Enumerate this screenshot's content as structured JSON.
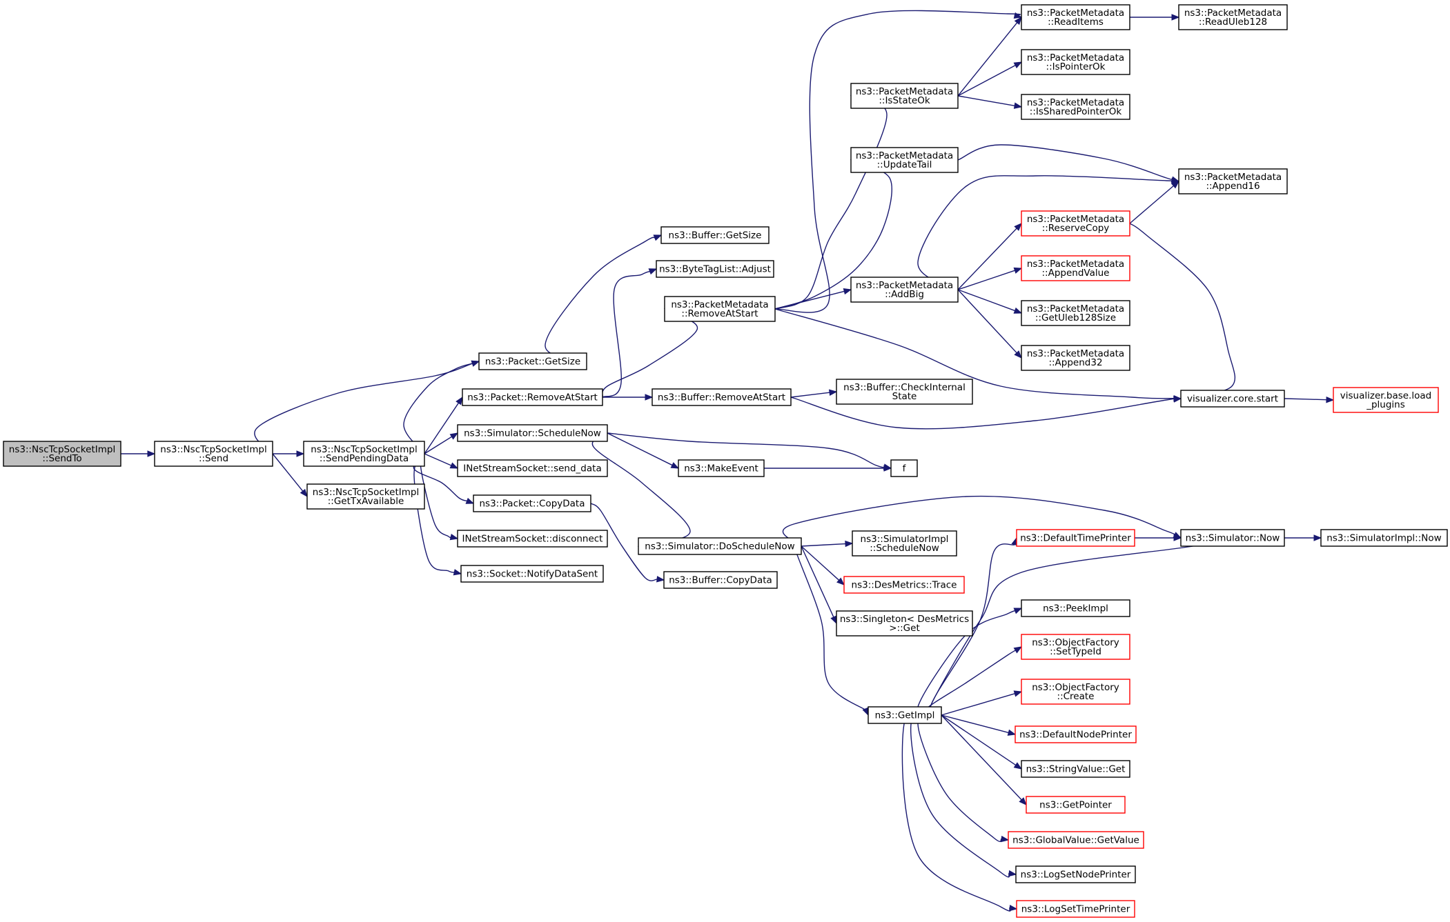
{
  "nodes": [
    {
      "id": "sendto",
      "lines": [
        "ns3::NscTcpSocketImpl",
        "::SendTo"
      ],
      "root": true
    },
    {
      "id": "send",
      "lines": [
        "ns3::NscTcpSocketImpl",
        "::Send"
      ]
    },
    {
      "id": "sendpending",
      "lines": [
        "ns3::NscTcpSocketImpl",
        "::SendPendingData"
      ]
    },
    {
      "id": "gettxavail",
      "lines": [
        "ns3::NscTcpSocketImpl",
        "::GetTxAvailable"
      ]
    },
    {
      "id": "pkt_getsize",
      "lines": [
        "ns3::Packet::GetSize"
      ]
    },
    {
      "id": "pkt_removeatstart",
      "lines": [
        "ns3::Packet::RemoveAtStart"
      ]
    },
    {
      "id": "sim_schedulenow",
      "lines": [
        "ns3::Simulator::ScheduleNow"
      ]
    },
    {
      "id": "inet_senddata",
      "lines": [
        "INetStreamSocket::send_data"
      ]
    },
    {
      "id": "pkt_copydata",
      "lines": [
        "ns3::Packet::CopyData"
      ]
    },
    {
      "id": "inet_disconnect",
      "lines": [
        "INetStreamSocket::disconnect"
      ]
    },
    {
      "id": "sock_notify",
      "lines": [
        "ns3::Socket::NotifyDataSent"
      ]
    },
    {
      "id": "buf_getsize",
      "lines": [
        "ns3::Buffer::GetSize"
      ]
    },
    {
      "id": "btl_adjust",
      "lines": [
        "ns3::ByteTagList::Adjust"
      ]
    },
    {
      "id": "pm_removeatstart",
      "lines": [
        "ns3::PacketMetadata",
        "::RemoveAtStart"
      ]
    },
    {
      "id": "buf_removeatstart",
      "lines": [
        "ns3::Buffer::RemoveAtStart"
      ]
    },
    {
      "id": "makeevent",
      "lines": [
        "ns3::MakeEvent"
      ]
    },
    {
      "id": "sim_doschedulenow",
      "lines": [
        "ns3::Simulator::DoScheduleNow"
      ]
    },
    {
      "id": "buf_copydata",
      "lines": [
        "ns3::Buffer::CopyData"
      ]
    },
    {
      "id": "pm_isstateok",
      "lines": [
        "ns3::PacketMetadata",
        "::IsStateOk"
      ]
    },
    {
      "id": "pm_updatetail",
      "lines": [
        "ns3::PacketMetadata",
        "::UpdateTail"
      ]
    },
    {
      "id": "pm_addbig",
      "lines": [
        "ns3::PacketMetadata",
        "::AddBig"
      ]
    },
    {
      "id": "buf_checkinternal",
      "lines": [
        "ns3::Buffer::CheckInternal",
        "State"
      ]
    },
    {
      "id": "f",
      "lines": [
        "f"
      ]
    },
    {
      "id": "simimpl_schedulenow",
      "lines": [
        "ns3::SimulatorImpl",
        "::ScheduleNow"
      ]
    },
    {
      "id": "desmetrics_trace",
      "lines": [
        "ns3::DesMetrics::Trace"
      ],
      "red": true
    },
    {
      "id": "singleton_get",
      "lines": [
        "ns3::Singleton< DesMetrics",
        ">::Get"
      ]
    },
    {
      "id": "getimpl",
      "lines": [
        "ns3::GetImpl"
      ]
    },
    {
      "id": "pm_readitems",
      "lines": [
        "ns3::PacketMetadata",
        "::ReadItems"
      ]
    },
    {
      "id": "pm_ispointerok",
      "lines": [
        "ns3::PacketMetadata",
        "::IsPointerOk"
      ]
    },
    {
      "id": "pm_issharedpointerok",
      "lines": [
        "ns3::PacketMetadata",
        "::IsSharedPointerOk"
      ]
    },
    {
      "id": "pm_reservecopy",
      "lines": [
        "ns3::PacketMetadata",
        "::ReserveCopy"
      ],
      "red": true
    },
    {
      "id": "pm_appendvalue",
      "lines": [
        "ns3::PacketMetadata",
        "::AppendValue"
      ],
      "red": true
    },
    {
      "id": "pm_getuleb128size",
      "lines": [
        "ns3::PacketMetadata",
        "::GetUleb128Size"
      ]
    },
    {
      "id": "pm_append32",
      "lines": [
        "ns3::PacketMetadata",
        "::Append32"
      ]
    },
    {
      "id": "defaulttimeprinter",
      "lines": [
        "ns3::DefaultTimePrinter"
      ],
      "red": true
    },
    {
      "id": "peekimpl",
      "lines": [
        "ns3::PeekImpl"
      ]
    },
    {
      "id": "of_settypeid",
      "lines": [
        "ns3::ObjectFactory",
        "::SetTypeId"
      ],
      "red": true
    },
    {
      "id": "of_create",
      "lines": [
        "ns3::ObjectFactory",
        "::Create"
      ],
      "red": true
    },
    {
      "id": "defaultnodeprinter",
      "lines": [
        "ns3::DefaultNodePrinter"
      ],
      "red": true
    },
    {
      "id": "stringvalue_get",
      "lines": [
        "ns3::StringValue::Get"
      ]
    },
    {
      "id": "getpointer",
      "lines": [
        "ns3::GetPointer"
      ],
      "red": true
    },
    {
      "id": "globalvalue_getvalue",
      "lines": [
        "ns3::GlobalValue::GetValue"
      ],
      "red": true
    },
    {
      "id": "logsetnodeprinter",
      "lines": [
        "ns3::LogSetNodePrinter"
      ]
    },
    {
      "id": "logsettimeprinter",
      "lines": [
        "ns3::LogSetTimePrinter"
      ],
      "red": true
    },
    {
      "id": "pm_readuleb128",
      "lines": [
        "ns3::PacketMetadata",
        "::ReadUleb128"
      ]
    },
    {
      "id": "pm_append16",
      "lines": [
        "ns3::PacketMetadata",
        "::Append16"
      ]
    },
    {
      "id": "viz_core_start",
      "lines": [
        "visualizer.core.start"
      ]
    },
    {
      "id": "sim_now",
      "lines": [
        "ns3::Simulator::Now"
      ]
    },
    {
      "id": "viz_base_load",
      "lines": [
        "visualizer.base.load",
        "_plugins"
      ],
      "red": true
    },
    {
      "id": "simimpl_now",
      "lines": [
        "ns3::SimulatorImpl::Now"
      ]
    }
  ],
  "edges": [
    [
      "sendto",
      "send"
    ],
    [
      "send",
      "sendpending"
    ],
    [
      "send",
      "gettxavail"
    ],
    [
      "send",
      "pkt_getsize"
    ],
    [
      "sendpending",
      "pkt_getsize"
    ],
    [
      "sendpending",
      "pkt_removeatstart"
    ],
    [
      "sendpending",
      "sim_schedulenow"
    ],
    [
      "sendpending",
      "inet_senddata"
    ],
    [
      "sendpending",
      "pkt_copydata"
    ],
    [
      "sendpending",
      "inet_disconnect"
    ],
    [
      "sendpending",
      "sock_notify"
    ],
    [
      "pkt_getsize",
      "buf_getsize"
    ],
    [
      "pkt_removeatstart",
      "btl_adjust"
    ],
    [
      "pkt_removeatstart",
      "pm_removeatstart"
    ],
    [
      "pkt_removeatstart",
      "buf_removeatstart"
    ],
    [
      "sim_schedulenow",
      "f"
    ],
    [
      "sim_schedulenow",
      "makeevent"
    ],
    [
      "sim_schedulenow",
      "sim_doschedulenow"
    ],
    [
      "pkt_copydata",
      "buf_copydata"
    ],
    [
      "pm_removeatstart",
      "pm_isstateok"
    ],
    [
      "pm_removeatstart",
      "pm_updatetail"
    ],
    [
      "pm_removeatstart",
      "pm_addbig"
    ],
    [
      "pm_removeatstart",
      "pm_readitems"
    ],
    [
      "pm_removeatstart",
      "viz_core_start"
    ],
    [
      "buf_removeatstart",
      "buf_checkinternal"
    ],
    [
      "buf_removeatstart",
      "viz_core_start"
    ],
    [
      "makeevent",
      "f"
    ],
    [
      "sim_doschedulenow",
      "simimpl_schedulenow"
    ],
    [
      "sim_doschedulenow",
      "desmetrics_trace"
    ],
    [
      "sim_doschedulenow",
      "singleton_get"
    ],
    [
      "sim_doschedulenow",
      "getimpl"
    ],
    [
      "sim_doschedulenow",
      "sim_now"
    ],
    [
      "pm_isstateok",
      "pm_readitems"
    ],
    [
      "pm_isstateok",
      "pm_ispointerok"
    ],
    [
      "pm_isstateok",
      "pm_issharedpointerok"
    ],
    [
      "pm_updatetail",
      "pm_append16"
    ],
    [
      "pm_addbig",
      "pm_append16"
    ],
    [
      "pm_addbig",
      "pm_reservecopy"
    ],
    [
      "pm_addbig",
      "pm_appendvalue"
    ],
    [
      "pm_addbig",
      "pm_getuleb128size"
    ],
    [
      "pm_addbig",
      "pm_append32"
    ],
    [
      "pm_readitems",
      "pm_readuleb128"
    ],
    [
      "pm_reservecopy",
      "pm_append16"
    ],
    [
      "pm_reservecopy",
      "viz_core_start"
    ],
    [
      "viz_core_start",
      "viz_base_load"
    ],
    [
      "getimpl",
      "defaulttimeprinter"
    ],
    [
      "getimpl",
      "peekimpl"
    ],
    [
      "getimpl",
      "of_settypeid"
    ],
    [
      "getimpl",
      "of_create"
    ],
    [
      "getimpl",
      "defaultnodeprinter"
    ],
    [
      "getimpl",
      "stringvalue_get"
    ],
    [
      "getimpl",
      "getpointer"
    ],
    [
      "getimpl",
      "globalvalue_getvalue"
    ],
    [
      "getimpl",
      "logsetnodeprinter"
    ],
    [
      "getimpl",
      "logsettimeprinter"
    ],
    [
      "defaulttimeprinter",
      "sim_now"
    ],
    [
      "sim_now",
      "getimpl"
    ],
    [
      "sim_now",
      "simimpl_now"
    ]
  ],
  "colors": {
    "edge": "#191970",
    "node_border": "#000000",
    "highlight_border": "#ff0000",
    "root_fill": "#bfbfbf"
  }
}
